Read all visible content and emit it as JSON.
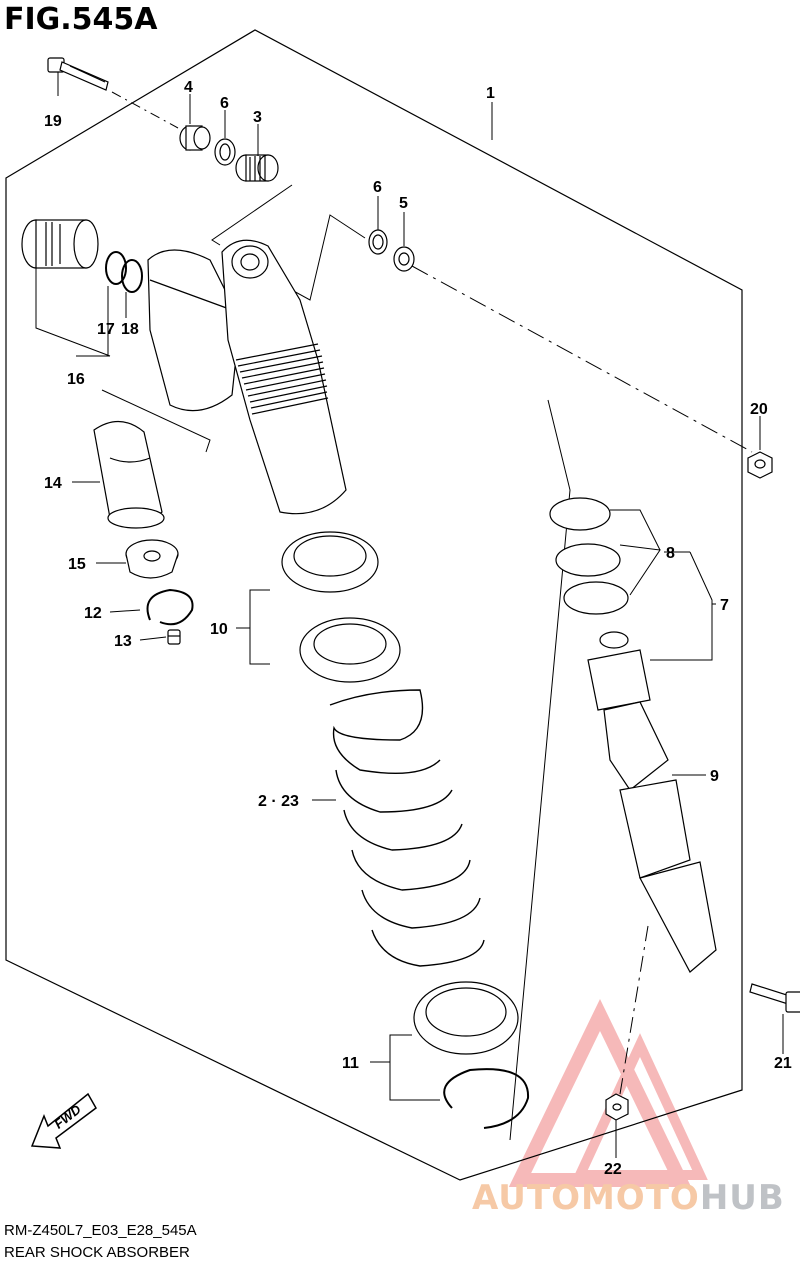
{
  "figure": {
    "title": "FIG.545A",
    "code": "RM-Z450L7_E03_E28_545A",
    "name": "REAR SHOCK ABSORBER",
    "fwd_label": "FWD"
  },
  "callouts": {
    "c1": "1",
    "c2_23": "2 · 23",
    "c3": "3",
    "c4": "4",
    "c5": "5",
    "c6a": "6",
    "c6b": "6",
    "c7": "7",
    "c8": "8",
    "c9": "9",
    "c10": "10",
    "c11": "11",
    "c12": "12",
    "c13": "13",
    "c14": "14",
    "c15": "15",
    "c16": "16",
    "c17": "17",
    "c18": "18",
    "c19": "19",
    "c20": "20",
    "c21": "21",
    "c22": "22"
  },
  "watermark": {
    "part_a": "AUTOMOTO",
    "part_b": "HUB",
    "color_triangle": "#f2a8a8",
    "color_a": "#f6c9a6",
    "color_b": "#bfc2c6"
  }
}
